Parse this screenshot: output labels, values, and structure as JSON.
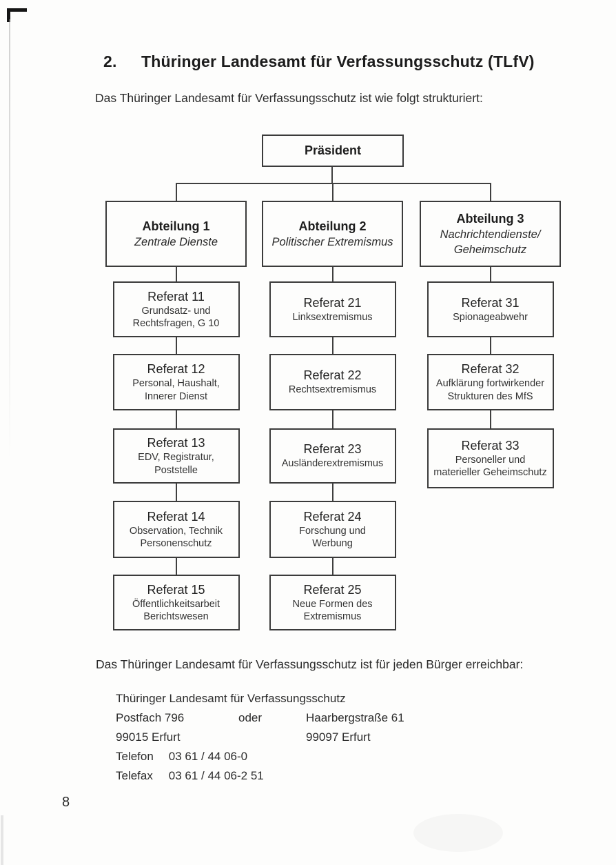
{
  "page_number": "8",
  "heading": {
    "number": "2.",
    "title": "Thüringer Landesamt für Verfassungsschutz (TLfV)"
  },
  "intro": "Das Thüringer Landesamt für Verfassungsschutz ist wie folgt strukturiert:",
  "outro": "Das Thüringer Landesamt für Verfassungsschutz ist für jeden Bürger erreichbar:",
  "contact": {
    "name": "Thüringer Landesamt für Verfassungsschutz",
    "po_box": "Postfach 796",
    "or_word": "oder",
    "street": "Haarbergstraße 61",
    "po_city": "99015 Erfurt",
    "street_city": "99097 Erfurt",
    "phone_label": "Telefon",
    "phone_number": "03 61 / 44 06-0",
    "fax_label": "Telefax",
    "fax_number": "03 61 / 44 06-2 51"
  },
  "orgchart": {
    "root": {
      "title": "Präsident"
    },
    "departments": [
      {
        "title": "Abteilung 1",
        "subtitle": [
          "Zentrale Dienste"
        ],
        "units": [
          {
            "title": "Referat 11",
            "lines": [
              "Grundsatz- und",
              "Rechtsfragen, G 10"
            ]
          },
          {
            "title": "Referat 12",
            "lines": [
              "Personal, Haushalt,",
              "Innerer Dienst"
            ]
          },
          {
            "title": "Referat 13",
            "lines": [
              "EDV, Registratur,",
              "Poststelle"
            ]
          },
          {
            "title": "Referat 14",
            "lines": [
              "Observation, Technik",
              "Personenschutz"
            ]
          },
          {
            "title": "Referat 15",
            "lines": [
              "Öffentlichkeitsarbeit",
              "Berichtswesen"
            ]
          }
        ]
      },
      {
        "title": "Abteilung 2",
        "subtitle": [
          "Politischer Extremismus"
        ],
        "units": [
          {
            "title": "Referat 21",
            "lines": [
              "Linksextremismus"
            ]
          },
          {
            "title": "Referat 22",
            "lines": [
              "Rechtsextremismus"
            ]
          },
          {
            "title": "Referat 23",
            "lines": [
              "Ausländerextremismus"
            ]
          },
          {
            "title": "Referat 24",
            "lines": [
              "Forschung und",
              "Werbung"
            ]
          },
          {
            "title": "Referat 25",
            "lines": [
              "Neue Formen des",
              "Extremismus"
            ]
          }
        ]
      },
      {
        "title": "Abteilung 3",
        "subtitle": [
          "Nachrichtendienste/",
          "Geheimschutz"
        ],
        "units": [
          {
            "title": "Referat 31",
            "lines": [
              "Spionageabwehr"
            ]
          },
          {
            "title": "Referat 32",
            "lines": [
              "Aufklärung fortwirkender",
              "Strukturen des MfS"
            ]
          },
          {
            "title": "Referat 33",
            "lines": [
              "Personeller und",
              "materieller Geheimschutz"
            ]
          }
        ]
      }
    ]
  }
}
